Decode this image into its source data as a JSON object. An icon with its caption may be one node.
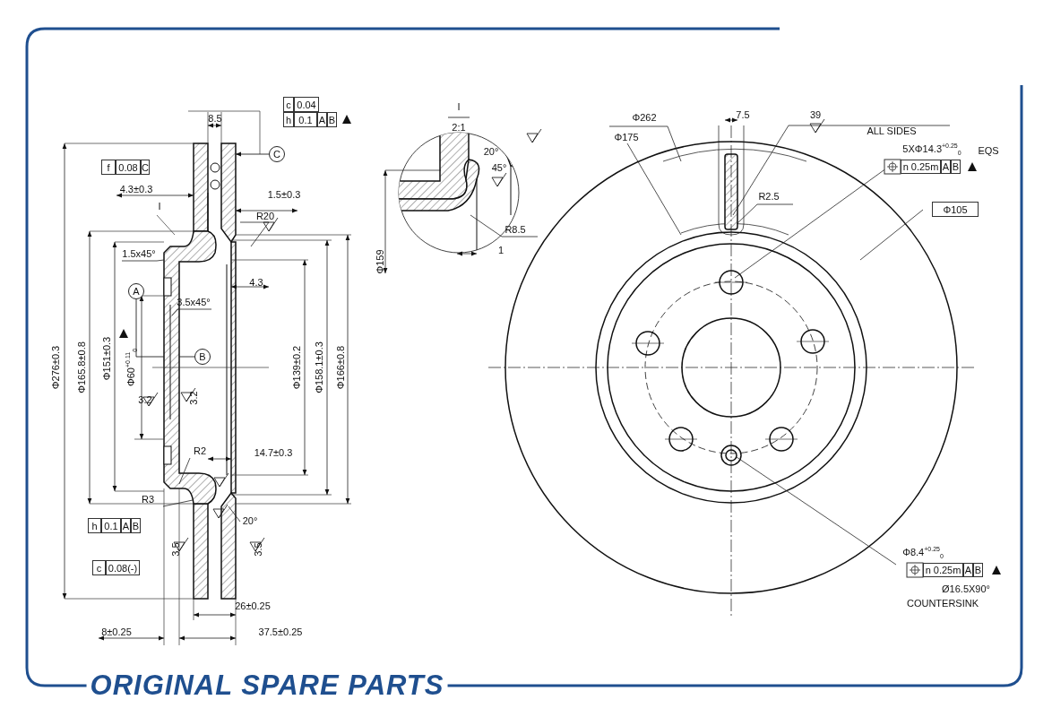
{
  "diagram": {
    "nodes": [
      {
        "text": [
          "C"
        ]
      },
      {
        "text": [
          "A"
        ]
      },
      {
        "text": [
          "B"
        ]
      }
    ],
    "edges": [
      {
        "from": 0,
        "to": null,
        "arrow": "to"
      },
      {
        "from": 1,
        "to": null,
        "arrow": "none"
      },
      {
        "from": 2,
        "to": null,
        "arrow": "none"
      }
    ],
    "labels": [
      "c",
      "0.04",
      "8.5",
      "h",
      "0.1",
      "A",
      "B",
      "f",
      "0.08",
      "C",
      "4.3±0.3",
      "1.5±0.3",
      "I",
      "R20",
      "1.5x45°",
      "4.3",
      "3.5x45°",
      "Φ276±0.3",
      "Φ165.8±0.8",
      "Φ151±0.3",
      "Φ60$^{+0.11}$$_{0}$",
      "3.2",
      "3.2",
      "Φ139±0.2",
      "Φ158.1±0.3",
      "Φ166±0.8",
      "R2",
      "14.7±0.3",
      "R3",
      "h",
      "0.1",
      "A",
      "B",
      "20°",
      "3.5",
      "3.5",
      "c",
      "0.08(-)",
      "26±0.25",
      "8±0.25",
      "37.5±0.25",
      "I",
      "2:1",
      "20°",
      "45°",
      "R8.5",
      "1",
      "Φ159",
      "Φ262",
      "Φ175",
      "7.5",
      "39",
      "ALL SIDES",
      "5XΦ14.3$^{+0.25}$$_{0}$",
      "EQS",
      "n 0.25m",
      "A",
      "B",
      "R2.5",
      "Φ105",
      "Φ8.4$^{+0.25}$$_{0}$",
      "n 0.25m",
      "A",
      "B",
      "Ø16.5X90°",
      "COUNTERSINK",
      "ORIGINAL SPARE PARTS"
    ]
  }
}
